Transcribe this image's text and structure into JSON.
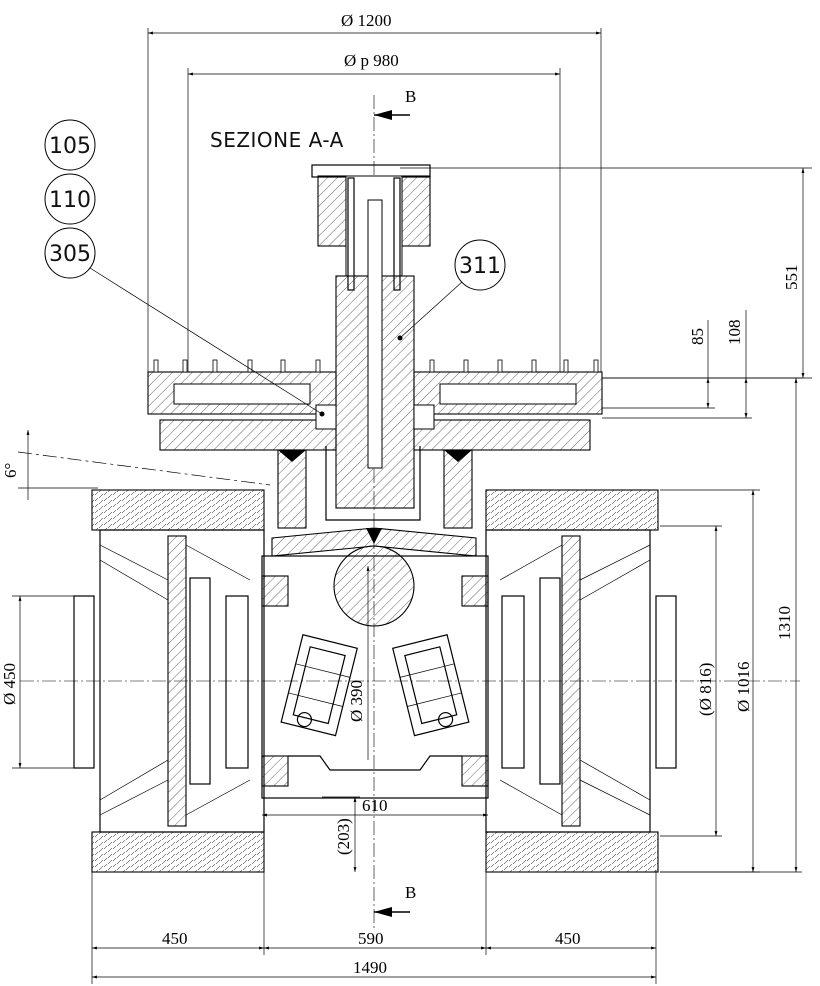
{
  "section_title": "SEZIONE A-A",
  "section_marker": "B",
  "balloons": [
    "105",
    "110",
    "305",
    "311"
  ],
  "dimensions": {
    "top_outer": "Ø 1200",
    "top_pitch": "Ø p 980",
    "height_551": "551",
    "height_108": "108",
    "height_85": "85",
    "height_1310": "1310",
    "angle": "6°",
    "dia_450": "Ø 450",
    "dia_390": "Ø 390",
    "dia_816": "(Ø 816)",
    "dia_1016": "Ø 1016",
    "width_610": "610",
    "height_203": "(203)",
    "bottom_left": "450",
    "bottom_mid": "590",
    "bottom_right": "450",
    "bottom_total": "1490"
  }
}
